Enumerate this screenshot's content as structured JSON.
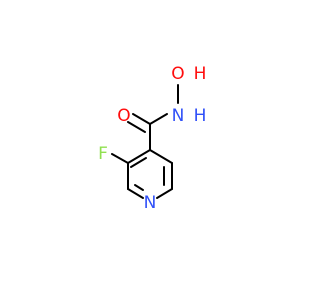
{
  "molecule": {
    "atoms": {
      "oxygen_carbonyl": "O",
      "nitrogen_amide": "N",
      "hydrogen_amide": "H",
      "oxygen_hydroxyl": "O",
      "hydrogen_hydroxyl": "H",
      "fluorine": "F",
      "nitrogen_ring": "N"
    },
    "colors": {
      "bond": "#000000",
      "oxygen": "#ff0d0d",
      "nitrogen": "#3050f8",
      "fluorine": "#90e050"
    }
  }
}
